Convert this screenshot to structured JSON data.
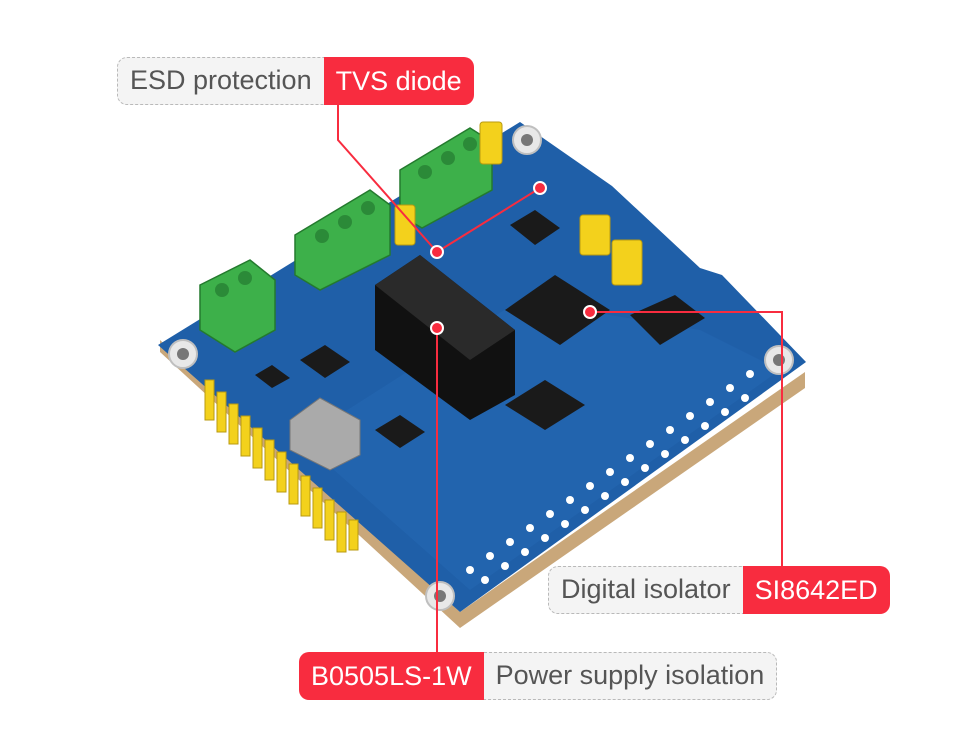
{
  "callouts": {
    "tvs": {
      "description": "ESD protection",
      "part": "TVS diode"
    },
    "isolator": {
      "description": "Digital isolator",
      "part": "SI8642ED"
    },
    "power": {
      "part": "B0505LS-1W",
      "description": "Power supply isolation"
    }
  },
  "colors": {
    "accent": "#f82c3f",
    "board": "#1f5fa8",
    "terminal": "#3db04a",
    "jumper": "#f3d11c"
  }
}
